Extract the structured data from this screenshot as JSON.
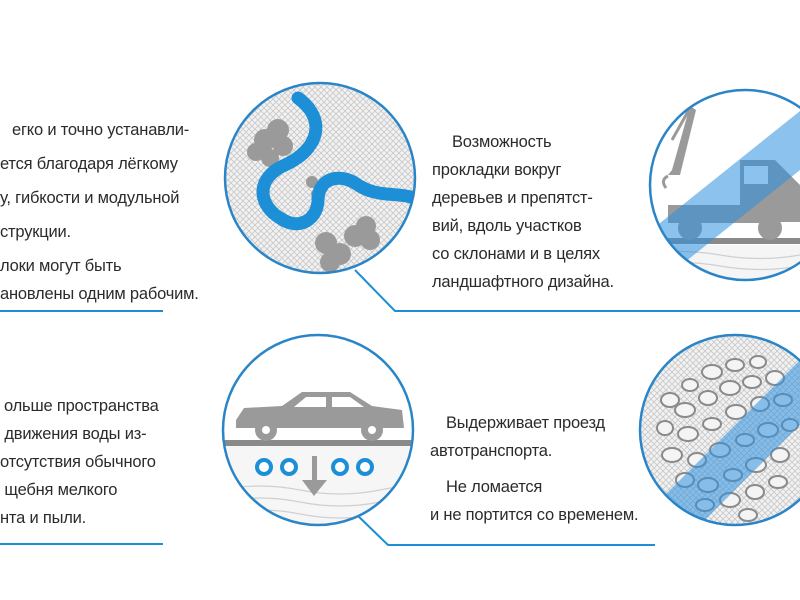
{
  "colors": {
    "accent_blue": "#1d8fd6",
    "circle_stroke": "#2a85c8",
    "mesh": "#c4c4c4",
    "illustration_gray": "#9a9a9a",
    "text": "#2b2b2b"
  },
  "features": [
    {
      "lines": [
        "егко и точно устанавли-",
        "ется благодаря лёгкому",
        "у, гибкости и модульной",
        "струкции."
      ],
      "extra_lines": [
        "локи могут быть",
        "ановлены одним рабочим."
      ]
    },
    {
      "lines": [
        "Возможность",
        "прокладки вокруг",
        "деревьев и препятст-",
        "вий, вдоль участков",
        "со склонами и в целях",
        "ландшафтного дизайна."
      ]
    },
    {
      "lines": [
        "ольше пространства",
        " движения воды из-",
        "отсутствия обычного",
        " щебня мелкого",
        "нта и пыли."
      ]
    },
    {
      "lines": [
        "Выдерживает проезд",
        "автотранспорта."
      ],
      "extra_lines": [
        "Не ломается",
        "и не портится со временем."
      ]
    }
  ],
  "icons": [
    "winding-path-icon",
    "tow-truck-icon",
    "car-drainage-icon",
    "gravel-icon"
  ]
}
